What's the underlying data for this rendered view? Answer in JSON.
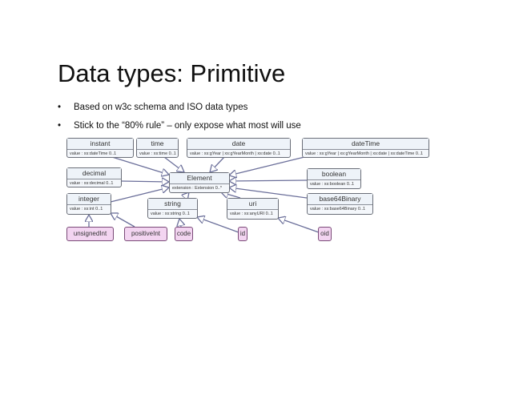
{
  "title": "Data types: Primitive",
  "bullets": [
    "Based on w3c schema and ISO data types",
    "Stick to the “80% rule” – only expose what most will use"
  ],
  "bullet_symbol": "•",
  "diagram": {
    "instant": {
      "name": "instant",
      "attr": "value : xs:dateTime 0..1"
    },
    "time": {
      "name": "time",
      "attr": "value : xs:time 0..1"
    },
    "date": {
      "name": "date",
      "attr": "value : xs:gYear | xs:gYearMonth | xs:date 0..1"
    },
    "dateTime": {
      "name": "dateTime",
      "attr": "value : xs:gYear | xs:gYearMonth | xs:date | xs:dateTime 0..1"
    },
    "decimal": {
      "name": "decimal",
      "attr": "value : xs:decimal 0..1"
    },
    "element": {
      "name": "Element",
      "attr": "extension : Extension 0..*"
    },
    "boolean": {
      "name": "boolean",
      "attr": "value : xs:boolean 0..1"
    },
    "integer": {
      "name": "integer",
      "attr": "value : xs:int 0..1"
    },
    "string": {
      "name": "string",
      "attr": "value : xs:string 0..1"
    },
    "uri": {
      "name": "uri",
      "attr": "value : xs:anyURI 0..1"
    },
    "base64Binary": {
      "name": "base64Binary",
      "attr": "value : xs:base64Binary 0..1"
    },
    "unsignedInt": "unsignedInt",
    "positiveInt": "positiveInt",
    "code": "code",
    "id": "id",
    "oid": "oid"
  },
  "colors": {
    "box_fill": "#f4f7fb",
    "box_border": "#6a6e78",
    "profile_fill": "#f3d5f1",
    "line": "#6b6f9a"
  }
}
